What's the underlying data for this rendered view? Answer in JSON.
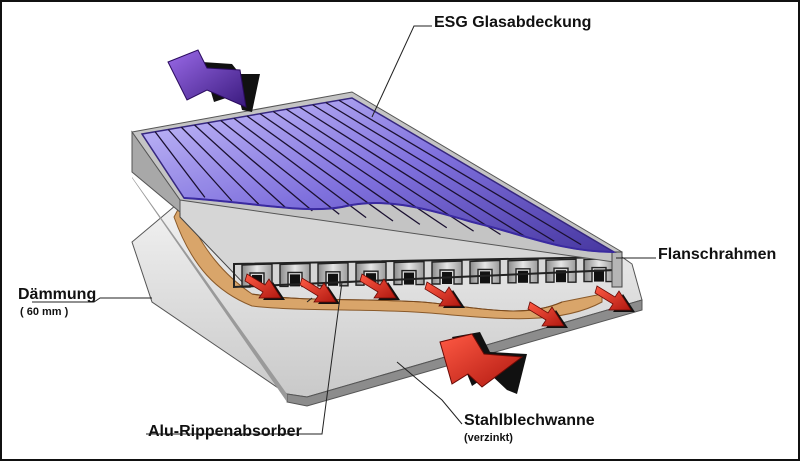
{
  "labels": {
    "glass_cover": "ESG Glasabdeckung",
    "frame": "Flanschrahmen",
    "insulation": "Dämmung",
    "insulation_note": "( 60 mm )",
    "absorber": "Alu-Rippenabsorber",
    "tray": "Stahlblechwanne",
    "tray_note": "(verzinkt)"
  },
  "colors": {
    "glass": "#6a5acd",
    "frame": "#bdbdbd",
    "insulation": "#d9a56a",
    "heat_arrow": "#d42a1e",
    "sun_arrow": "#5b2d9e",
    "tray": "#d9d9d9"
  },
  "icons": {
    "incoming_radiation": "purple-arrow-icon",
    "heat_flow": "red-arrow-icon"
  }
}
